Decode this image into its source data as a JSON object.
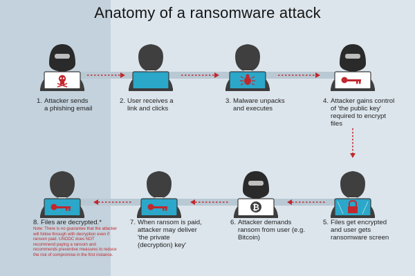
{
  "title": "Anatomy of a ransomware attack",
  "steps": [
    {
      "num": "1.",
      "text": "Attacker sends a phishing email",
      "role": "attacker",
      "screen": "skull-icon"
    },
    {
      "num": "2.",
      "text": "User receives a link and clicks",
      "role": "user",
      "screen": "blank"
    },
    {
      "num": "3.",
      "text": "Malware unpacks and executes",
      "role": "user",
      "screen": "bug-icon"
    },
    {
      "num": "4.",
      "text": "Attacker gains control of 'the public key' required to encrypt files",
      "role": "attacker",
      "screen": "key-icon"
    },
    {
      "num": "5.",
      "text": "Files get encrypted and user gets ransomware screen",
      "role": "user",
      "screen": "lock-icon"
    },
    {
      "num": "6.",
      "text": "Attacker demands ransom from user (e.g. Bitcoin)",
      "role": "attacker",
      "screen": "bitcoin-icon"
    },
    {
      "num": "7.",
      "text": "When ransom is paid, attacker may deliver 'the private (decryption) key'",
      "role": "user",
      "screen": "key-icon"
    },
    {
      "num": "8.",
      "text": "Files are decrypted.*",
      "role": "user",
      "screen": "key-icon"
    }
  ],
  "note": "Note: There is no guarantee that the attacker will follow through with decryption even if ransom paid. UNODC does NOT recommend paying a ransom and recommends preventive measures to reduce the risk of compromise in the first instance.",
  "colors": {
    "background": "#dce5ec",
    "left_panel": "#c3d2dc",
    "figure": "#3f3f3f",
    "laptop_blue": "#2ba7c9",
    "laptop_white": "#ffffff",
    "arrow_red": "#c0282e",
    "note_red": "#c0282e"
  }
}
